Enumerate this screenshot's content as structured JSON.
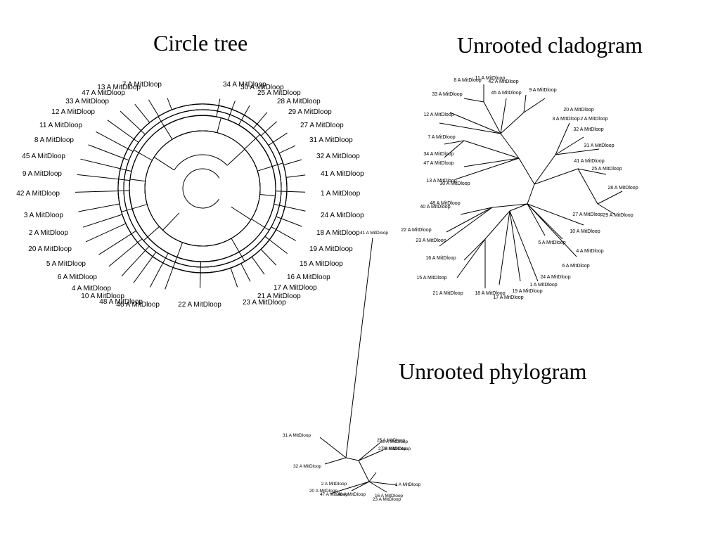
{
  "titles": {
    "circle": "Circle tree",
    "cladogram": "Unrooted cladogram",
    "phylogram": "Unrooted phylogram"
  },
  "suffix": " A MitDloop",
  "circle_leaves": [
    "7",
    "13",
    "47",
    "33",
    "12",
    "11",
    "8",
    "45",
    "9",
    "42",
    "3",
    "2",
    "20",
    "5",
    "6",
    "4",
    "10",
    "48",
    "46",
    "22",
    "23",
    "21",
    "17",
    "16",
    "15",
    "19",
    "18",
    "24",
    "1",
    "41",
    "32",
    "31",
    "27",
    "29",
    "28",
    "25",
    "30",
    "34"
  ],
  "cladogram_leaves": [
    "8",
    "11",
    "42",
    "45",
    "9",
    "33",
    "12",
    "20",
    "3",
    "2",
    "32",
    "7",
    "31",
    "34",
    "47",
    "41",
    "25",
    "13",
    "30",
    "28",
    "40",
    "48",
    "27",
    "29",
    "22",
    "10",
    "23",
    "5",
    "4",
    "16",
    "6",
    "15",
    "24",
    "1",
    "21",
    "18",
    "19",
    "17"
  ],
  "phylogram_leaves": [
    "41",
    "31",
    "32",
    "25",
    "26",
    "27",
    "28",
    "1",
    "2",
    "20",
    "47",
    "48",
    "16",
    "23"
  ]
}
